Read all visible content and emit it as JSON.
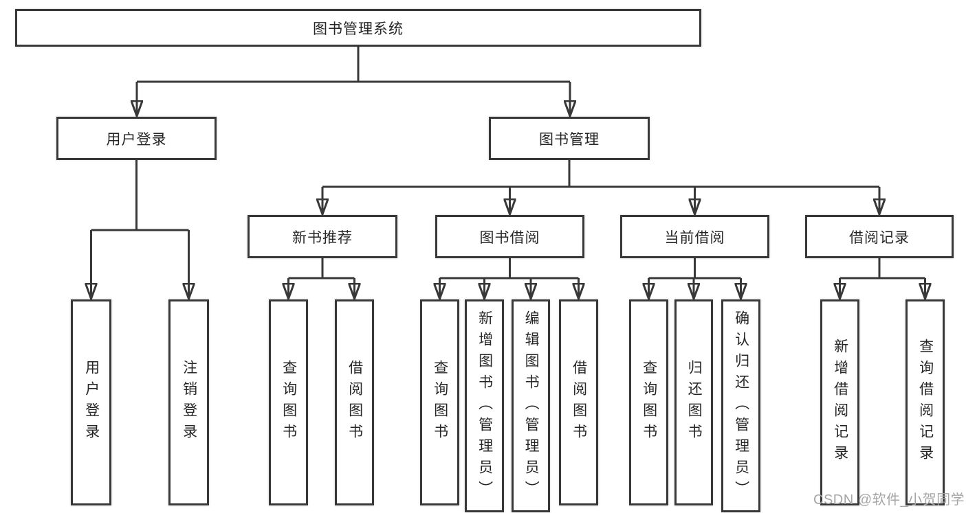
{
  "tree": {
    "root": {
      "label": "图书管理系统"
    },
    "branches": {
      "user_login": {
        "label": "用户登录",
        "leaves": [
          "用户登录",
          "注销登录"
        ]
      },
      "book_mgmt": {
        "label": "图书管理",
        "groups": {
          "new_books": {
            "label": "新书推荐",
            "leaves": [
              "查询图书",
              "借阅图书"
            ]
          },
          "book_borrow": {
            "label": "图书借阅",
            "leaves": [
              "查询图书",
              "新增图书（管理员）",
              "编辑图书（管理员）",
              "借阅图书"
            ]
          },
          "current_borrow": {
            "label": "当前借阅",
            "leaves": [
              "查询图书",
              "归还图书",
              "确认归还（管理员）"
            ]
          },
          "borrow_records": {
            "label": "借阅记录",
            "leaves": [
              "新增借阅记录",
              "查询借阅记录"
            ]
          }
        }
      }
    }
  },
  "watermark": {
    "text": "CSDN @软件_小贺同学"
  },
  "colors": {
    "line": "#383838",
    "text": "#262626",
    "watermark": "#a6a6a6",
    "background": "#ffffff"
  }
}
